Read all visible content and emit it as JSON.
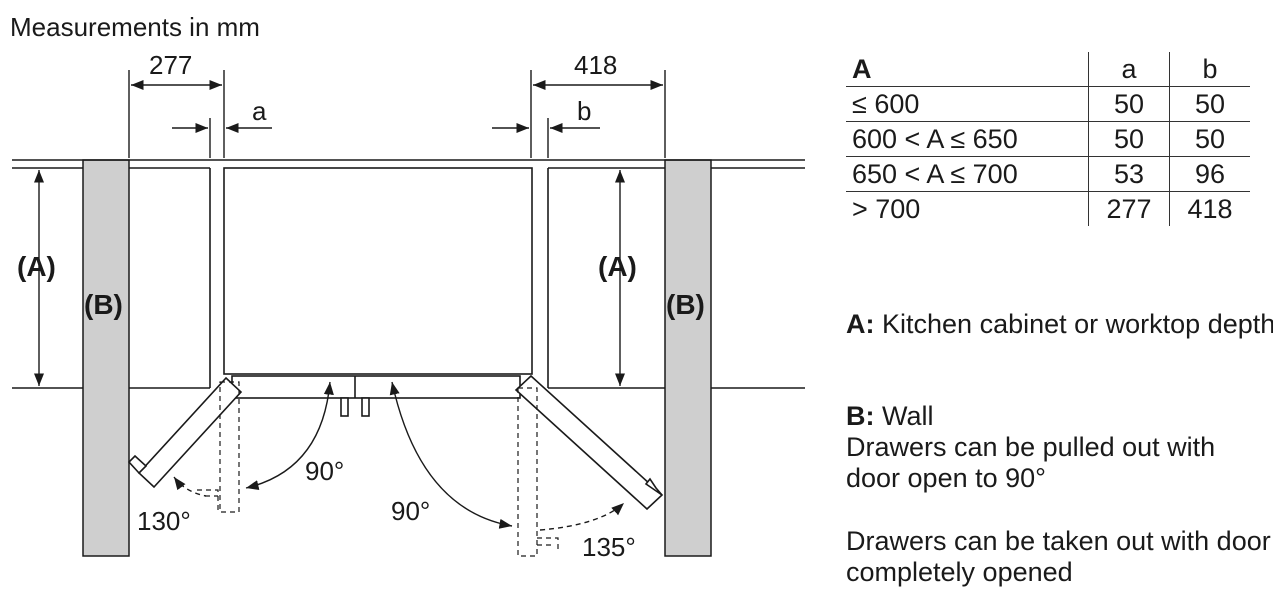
{
  "heading": "Measurements in mm",
  "dimensions": {
    "left_width": "277",
    "right_width": "418",
    "left_gap_label": "a",
    "right_gap_label": "b"
  },
  "labels": {
    "depth_left": "(A)",
    "depth_right": "(A)",
    "wall_left": "(B)",
    "wall_right": "(B)"
  },
  "angles": {
    "left_inner": "90°",
    "left_outer": "130°",
    "right_inner": "90°",
    "right_outer": "135°"
  },
  "table": {
    "headers": [
      "A",
      "a",
      "b"
    ],
    "rows": [
      [
        "≤ 600",
        "50",
        "50"
      ],
      [
        "600 < A ≤ 650",
        "50",
        "50"
      ],
      [
        "650 < A ≤ 700",
        "53",
        "96"
      ],
      [
        "> 700",
        "277",
        "418"
      ]
    ]
  },
  "legend": {
    "a_key": "A:",
    "a_text": "Kitchen cabinet or worktop depth",
    "b_key": "B:",
    "b_text": "Wall",
    "note1": "Drawers can be pulled out with door open to 90°",
    "note2": "Drawers can be taken out with door completely opened"
  },
  "colors": {
    "wall_fill": "#cfcfcf",
    "line": "#1a1a1a"
  }
}
